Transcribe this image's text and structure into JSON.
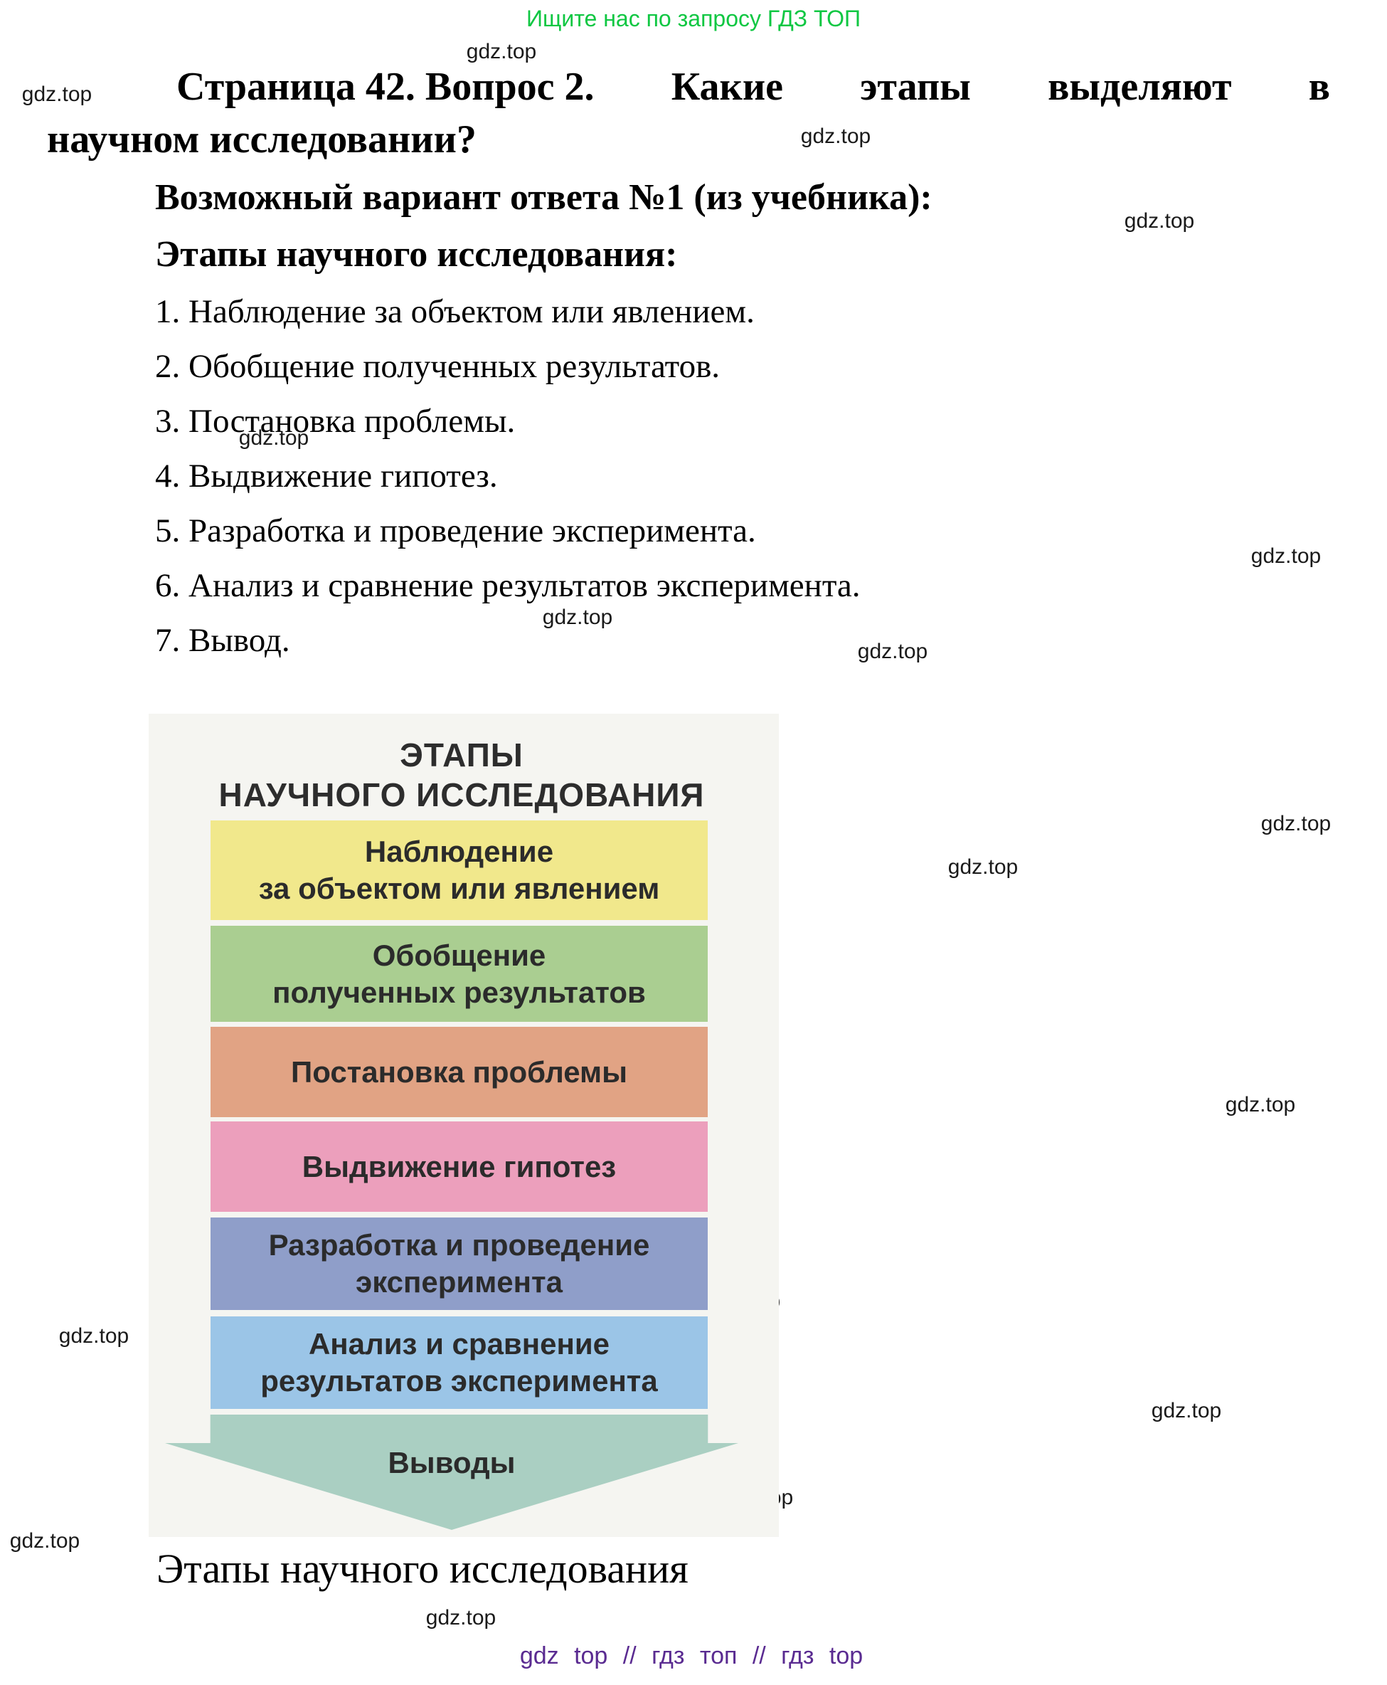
{
  "page": {
    "promo": {
      "text": "Ищите нас по запросу ГДЗ ТОП",
      "color": "#0fc742"
    },
    "watermark_text": "gdz.top",
    "footer": {
      "text": "gdz top // гдз топ // гдз top",
      "color": "#5a2b91"
    }
  },
  "question": {
    "heading_line1": [
      "Страница 42. Вопрос 2.",
      "Какие",
      "этапы",
      "выделяют",
      "в"
    ],
    "heading_line2": "научном исследовании?",
    "answer_variant": "Возможный вариант ответа №1 (из учебника):",
    "list_title": "Этапы научного исследования:",
    "steps": [
      "1. Наблюдение за объектом или явлением.",
      "2. Обобщение полученных результатов.",
      "3. Постановка проблемы.",
      "4. Выдвижение гипотез.",
      "5. Разработка и проведение эксперимента.",
      "6. Анализ и сравнение результатов эксперимента.",
      "7. Вывод."
    ]
  },
  "diagram": {
    "title_lines": [
      "ЭТАПЫ",
      "НАУЧНОГО ИССЛЕДОВАНИЯ"
    ],
    "background": "#f5f5f1",
    "stages": [
      {
        "lines": [
          "Наблюдение",
          "за объектом или явлением"
        ],
        "color": "#f1e88c"
      },
      {
        "lines": [
          "Обобщение",
          "полученных результатов"
        ],
        "color": "#aace91"
      },
      {
        "lines": [
          "Постановка проблемы"
        ],
        "color": "#e1a384"
      },
      {
        "lines": [
          "Выдвижение гипотез"
        ],
        "color": "#ec9fbc"
      },
      {
        "lines": [
          "Разработка и проведение",
          "эксперимента"
        ],
        "color": "#8f9ec9"
      },
      {
        "lines": [
          "Анализ и сравнение",
          "результатов эксперимента"
        ],
        "color": "#9bc5e7"
      }
    ],
    "arrow": {
      "label": "Выводы",
      "color": "#aacfc2"
    },
    "caption": "Этапы научного исследования"
  }
}
